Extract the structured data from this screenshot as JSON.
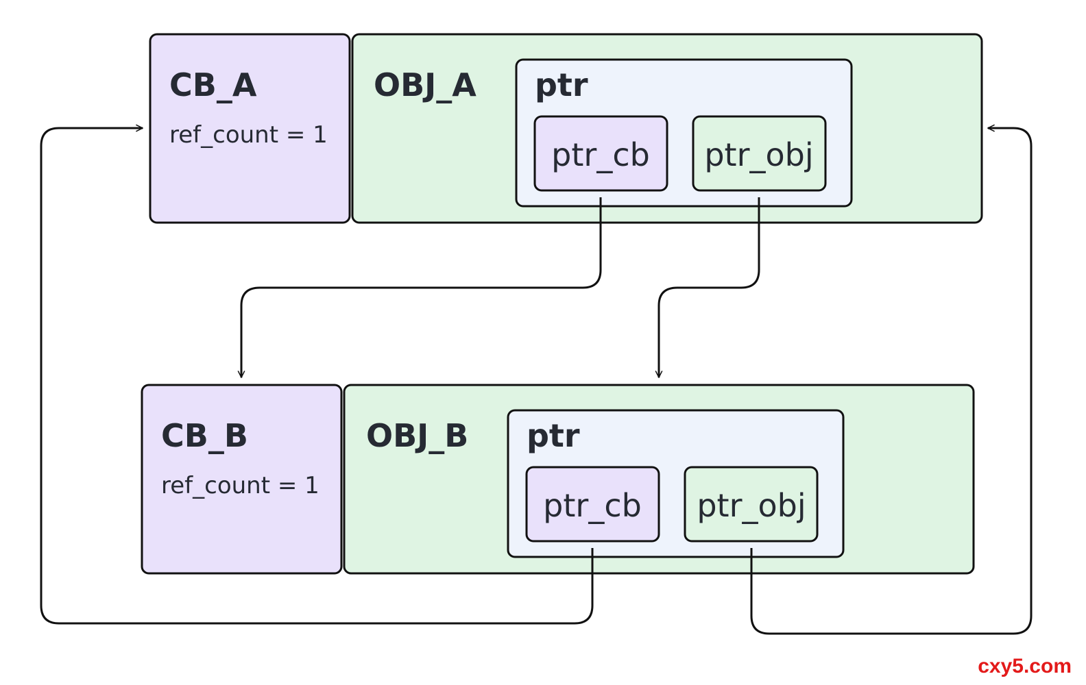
{
  "colors": {
    "control_block_fill": "#e9e1fb",
    "object_fill": "#dff4e3",
    "ptr_fill": "#eef3fc",
    "stroke": "#111111",
    "watermark": "#e31a1a"
  },
  "cb_a": {
    "title": "CB_A",
    "ref_count": "ref_count = 1"
  },
  "obj_a": {
    "title": "OBJ_A",
    "ptr": {
      "title": "ptr",
      "ptr_cb": "ptr_cb",
      "ptr_obj": "ptr_obj"
    }
  },
  "cb_b": {
    "title": "CB_B",
    "ref_count": "ref_count = 1"
  },
  "obj_b": {
    "title": "OBJ_B",
    "ptr": {
      "title": "ptr",
      "ptr_cb": "ptr_cb",
      "ptr_obj": "ptr_obj"
    }
  },
  "edges": [
    {
      "from": "obj_a.ptr_cb",
      "to": "cb_b"
    },
    {
      "from": "obj_a.ptr_obj",
      "to": "obj_b"
    },
    {
      "from": "obj_b.ptr_cb",
      "to": "cb_a"
    },
    {
      "from": "obj_b.ptr_obj",
      "to": "obj_a"
    }
  ],
  "watermark": "cxy5.com"
}
